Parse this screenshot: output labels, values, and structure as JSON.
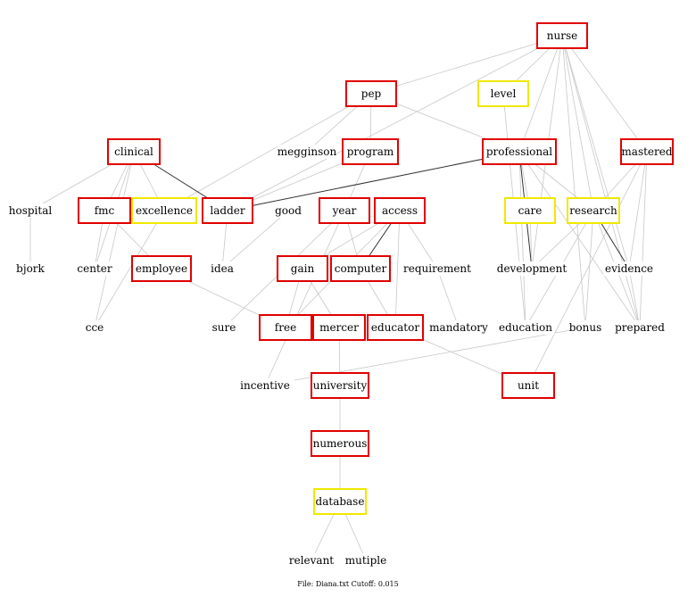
{
  "colors": {
    "red": "#e00000",
    "yellow": "#f0e800",
    "edge": "#c8c8c8",
    "edge_dark": "#333333"
  },
  "nodes": [
    {
      "id": "nurse",
      "label": "nurse",
      "box": "red"
    },
    {
      "id": "pep",
      "label": "pep",
      "box": "red"
    },
    {
      "id": "level",
      "label": "level",
      "box": "yellow"
    },
    {
      "id": "clinical",
      "label": "clinical",
      "box": "red"
    },
    {
      "id": "megginson",
      "label": "megginson",
      "box": "none"
    },
    {
      "id": "program",
      "label": "program",
      "box": "red"
    },
    {
      "id": "professional",
      "label": "professional",
      "box": "red"
    },
    {
      "id": "mastered",
      "label": "mastered",
      "box": "red"
    },
    {
      "id": "hospital",
      "label": "hospital",
      "box": "none"
    },
    {
      "id": "fmc",
      "label": "fmc",
      "box": "red"
    },
    {
      "id": "excellence",
      "label": "excellence",
      "box": "yellow"
    },
    {
      "id": "ladder",
      "label": "ladder",
      "box": "red"
    },
    {
      "id": "good",
      "label": "good",
      "box": "none"
    },
    {
      "id": "year",
      "label": "year",
      "box": "red"
    },
    {
      "id": "access",
      "label": "access",
      "box": "red"
    },
    {
      "id": "care",
      "label": "care",
      "box": "yellow"
    },
    {
      "id": "research",
      "label": "research",
      "box": "yellow"
    },
    {
      "id": "bjork",
      "label": "bjork",
      "box": "none"
    },
    {
      "id": "center",
      "label": "center",
      "box": "none"
    },
    {
      "id": "employee",
      "label": "employee",
      "box": "red"
    },
    {
      "id": "idea",
      "label": "idea",
      "box": "none"
    },
    {
      "id": "gain",
      "label": "gain",
      "box": "red"
    },
    {
      "id": "computer",
      "label": "computer",
      "box": "red"
    },
    {
      "id": "requirement",
      "label": "requirement",
      "box": "none"
    },
    {
      "id": "development",
      "label": "development",
      "box": "none"
    },
    {
      "id": "evidence",
      "label": "evidence",
      "box": "none"
    },
    {
      "id": "cce",
      "label": "cce",
      "box": "none"
    },
    {
      "id": "sure",
      "label": "sure",
      "box": "none"
    },
    {
      "id": "free",
      "label": "free",
      "box": "red"
    },
    {
      "id": "mercer",
      "label": "mercer",
      "box": "red"
    },
    {
      "id": "educator",
      "label": "educator",
      "box": "red"
    },
    {
      "id": "mandatory",
      "label": "mandatory",
      "box": "none"
    },
    {
      "id": "education",
      "label": "education",
      "box": "none"
    },
    {
      "id": "bonus",
      "label": "bonus",
      "box": "none"
    },
    {
      "id": "prepared",
      "label": "prepared",
      "box": "none"
    },
    {
      "id": "incentive",
      "label": "incentive",
      "box": "none"
    },
    {
      "id": "university",
      "label": "university",
      "box": "red"
    },
    {
      "id": "unit",
      "label": "unit",
      "box": "red"
    },
    {
      "id": "numerous",
      "label": "numerous",
      "box": "red"
    },
    {
      "id": "database",
      "label": "database",
      "box": "yellow"
    },
    {
      "id": "relevant",
      "label": "relevant",
      "box": "none"
    },
    {
      "id": "mutiple",
      "label": "mutiple",
      "box": "none"
    }
  ],
  "edges": [
    [
      "nurse",
      "pep"
    ],
    [
      "nurse",
      "level"
    ],
    [
      "nurse",
      "professional"
    ],
    [
      "nurse",
      "mastered"
    ],
    [
      "nurse",
      "research"
    ],
    [
      "nurse",
      "evidence"
    ],
    [
      "nurse",
      "prepared"
    ],
    [
      "nurse",
      "ladder"
    ],
    [
      "nurse",
      "development"
    ],
    [
      "nurse",
      "bonus"
    ],
    [
      "pep",
      "program"
    ],
    [
      "pep",
      "megginson"
    ],
    [
      "pep",
      "professional"
    ],
    [
      "pep",
      "excellence"
    ],
    [
      "level",
      "education"
    ],
    [
      "clinical",
      "ladder",
      "dark"
    ],
    [
      "clinical",
      "hospital"
    ],
    [
      "clinical",
      "fmc"
    ],
    [
      "clinical",
      "excellence"
    ],
    [
      "clinical",
      "center"
    ],
    [
      "clinical",
      "cce"
    ],
    [
      "program",
      "year"
    ],
    [
      "program",
      "ladder"
    ],
    [
      "professional",
      "ladder",
      "dark"
    ],
    [
      "professional",
      "care"
    ],
    [
      "professional",
      "research"
    ],
    [
      "professional",
      "development",
      "dark"
    ],
    [
      "professional",
      "education"
    ],
    [
      "professional",
      "prepared"
    ],
    [
      "mastered",
      "evidence"
    ],
    [
      "mastered",
      "research"
    ],
    [
      "mastered",
      "prepared"
    ],
    [
      "mastered",
      "unit"
    ],
    [
      "hospital",
      "bjork"
    ],
    [
      "fmc",
      "center"
    ],
    [
      "fmc",
      "employee"
    ],
    [
      "excellence",
      "cce"
    ],
    [
      "ladder",
      "idea"
    ],
    [
      "year",
      "computer"
    ],
    [
      "year",
      "sure"
    ],
    [
      "year",
      "incentive"
    ],
    [
      "access",
      "gain"
    ],
    [
      "access",
      "computer",
      "dark"
    ],
    [
      "access",
      "requirement"
    ],
    [
      "access",
      "educator"
    ],
    [
      "access",
      "free"
    ],
    [
      "care",
      "development"
    ],
    [
      "research",
      "evidence",
      "dark"
    ],
    [
      "research",
      "development"
    ],
    [
      "research",
      "bonus"
    ],
    [
      "research",
      "prepared"
    ],
    [
      "research",
      "education"
    ],
    [
      "employee",
      "free"
    ],
    [
      "idea",
      "good"
    ],
    [
      "gain",
      "free"
    ],
    [
      "gain",
      "mercer"
    ],
    [
      "computer",
      "educator"
    ],
    [
      "requirement",
      "mandatory"
    ],
    [
      "evidence",
      "prepared"
    ],
    [
      "bonus",
      "incentive"
    ],
    [
      "mercer",
      "university"
    ],
    [
      "educator",
      "unit"
    ],
    [
      "university",
      "numerous"
    ],
    [
      "numerous",
      "database"
    ],
    [
      "database",
      "relevant"
    ],
    [
      "database",
      "mutiple"
    ]
  ],
  "footer": "File: Diana.txt     Cutoff: 0.015"
}
